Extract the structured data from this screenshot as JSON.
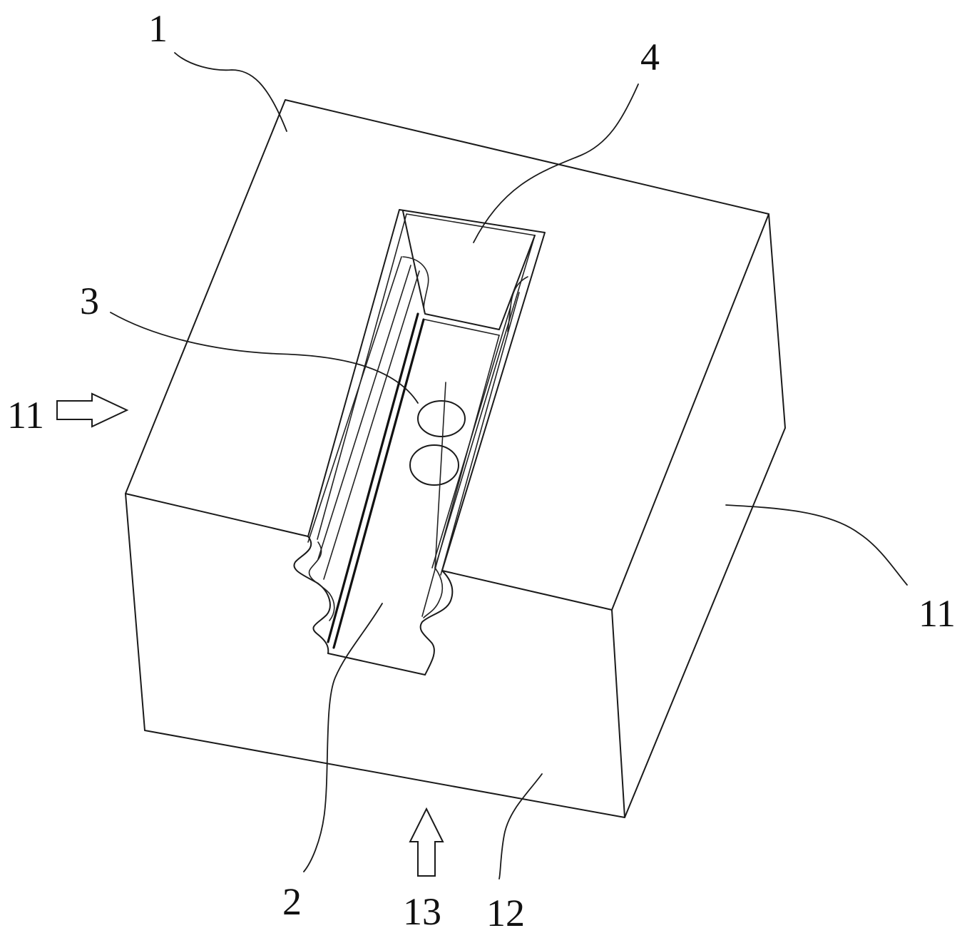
{
  "figure": {
    "labels": {
      "part_1": "1",
      "part_2": "2",
      "part_3": "3",
      "part_4": "4",
      "part_11_left": "11",
      "part_11_right": "11",
      "part_12": "12",
      "part_13": "13"
    },
    "colors": {
      "background": "#ffffff",
      "line": "#1a1a1a"
    }
  }
}
